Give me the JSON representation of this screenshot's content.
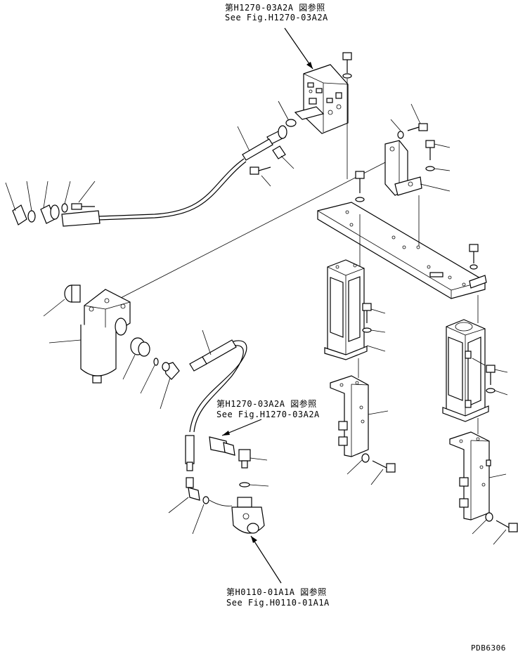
{
  "references": {
    "valve_top_jp": "第H1270-03A2A 図参照",
    "valve_top_en": "See Fig.H1270-03A2A",
    "hose_mid_jp": "第H1270-03A2A 図参照",
    "hose_mid_en": "See Fig.H1270-03A2A",
    "pump_bottom_jp": "第H0110-01A1A 図参照",
    "pump_bottom_en": "See Fig.H0110-01A1A"
  },
  "drawing_code": "PDB6306"
}
